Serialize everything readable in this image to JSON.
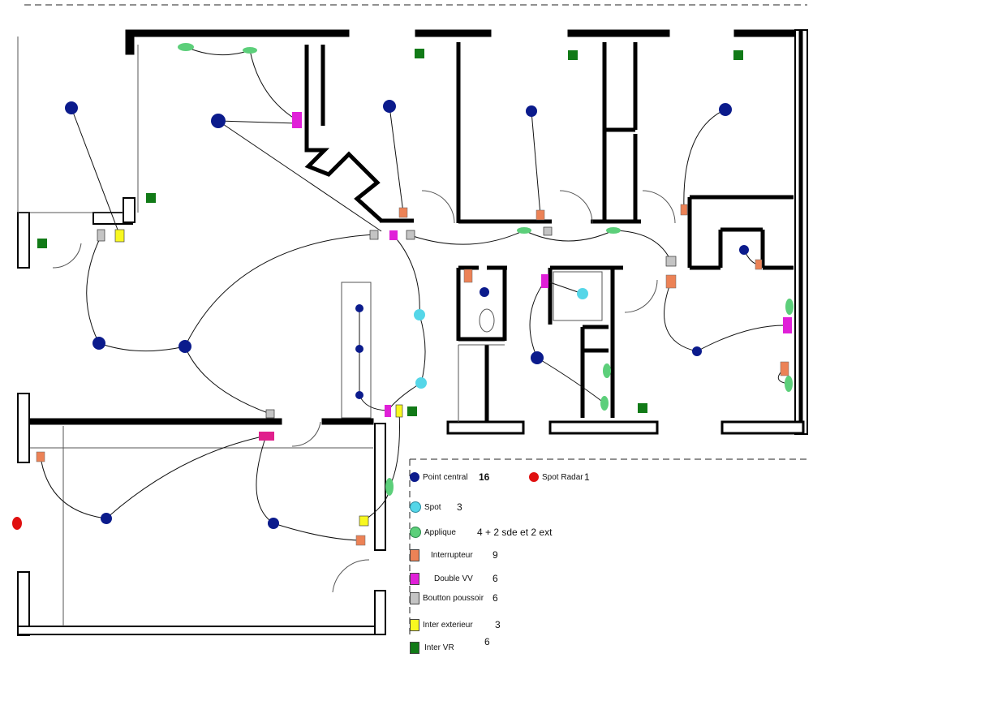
{
  "legend": {
    "items": [
      {
        "label": "Point central",
        "count": "16",
        "color": "#0b1b8c",
        "shape": "circle"
      },
      {
        "label": "Spot Radar",
        "count": "1",
        "color": "#e01010",
        "shape": "circle"
      },
      {
        "label": "Spot",
        "count": "3",
        "color": "#55d6e8",
        "shape": "circle"
      },
      {
        "label": "Applique",
        "count": "4 + 2 sde et 2 ext",
        "color": "#5ccf7a",
        "shape": "circle"
      },
      {
        "label": "Interrupteur",
        "count": "9",
        "color": "#ec8256",
        "shape": "square"
      },
      {
        "label": "Double VV",
        "count": "6",
        "color": "#e020d8",
        "shape": "square"
      },
      {
        "label": "Boutton poussoir",
        "count": "6",
        "color": "#c4c4c4",
        "shape": "square"
      },
      {
        "label": "Inter exterieur",
        "count": "3",
        "color": "#f8f820",
        "shape": "square"
      },
      {
        "label": "Inter VR",
        "count": "6",
        "color": "#117a17",
        "shape": "square"
      }
    ]
  }
}
